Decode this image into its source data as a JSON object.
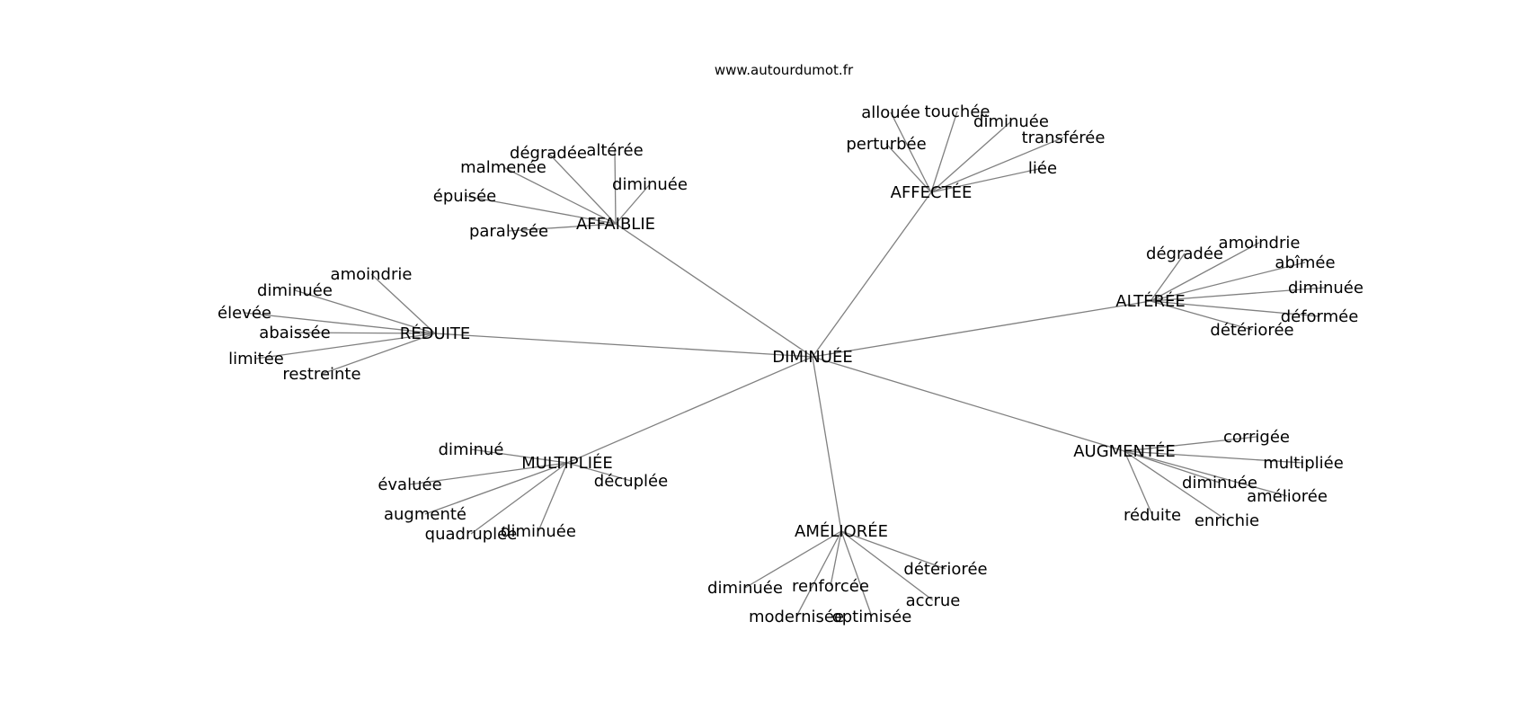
{
  "site": "www.autourdumot.fr",
  "edge_color": "#808080",
  "center": {
    "id": "center",
    "label": "DIMINUÉE"
  },
  "groups": [
    {
      "id": "g-affaiblie",
      "label": "AFFAIBLIE",
      "leaves": [
        "dégradée",
        "altérée",
        "malmenée",
        "diminuée",
        "épuisée",
        "paralysée"
      ]
    },
    {
      "id": "g-affectee",
      "label": "AFFECTÉE",
      "leaves": [
        "allouée",
        "touchée",
        "diminuée",
        "perturbée",
        "transférée",
        "liée"
      ]
    },
    {
      "id": "g-alteree",
      "label": "ALTÉRÉE",
      "leaves": [
        "dégradée",
        "amoindrie",
        "abîmée",
        "diminuée",
        "déformée",
        "détériorée"
      ]
    },
    {
      "id": "g-reduite",
      "label": "RÉDUITE",
      "leaves": [
        "amoindrie",
        "diminuée",
        "élevée",
        "abaissée",
        "limitée",
        "restreinte"
      ]
    },
    {
      "id": "g-multipliee",
      "label": "MULTIPLIÉE",
      "leaves": [
        "diminué",
        "évaluée",
        "décuplée",
        "augmenté",
        "quadruplée",
        "diminuée"
      ]
    },
    {
      "id": "g-amelioree",
      "label": "AMÉLIORÉE",
      "leaves": [
        "détériorée",
        "diminuée",
        "renforcée",
        "accrue",
        "modernisée",
        "optimisée"
      ]
    },
    {
      "id": "g-augmentee",
      "label": "AUGMENTÉE",
      "leaves": [
        "corrigée",
        "multipliée",
        "diminuée",
        "améliorée",
        "réduite",
        "enrichie"
      ]
    }
  ]
}
